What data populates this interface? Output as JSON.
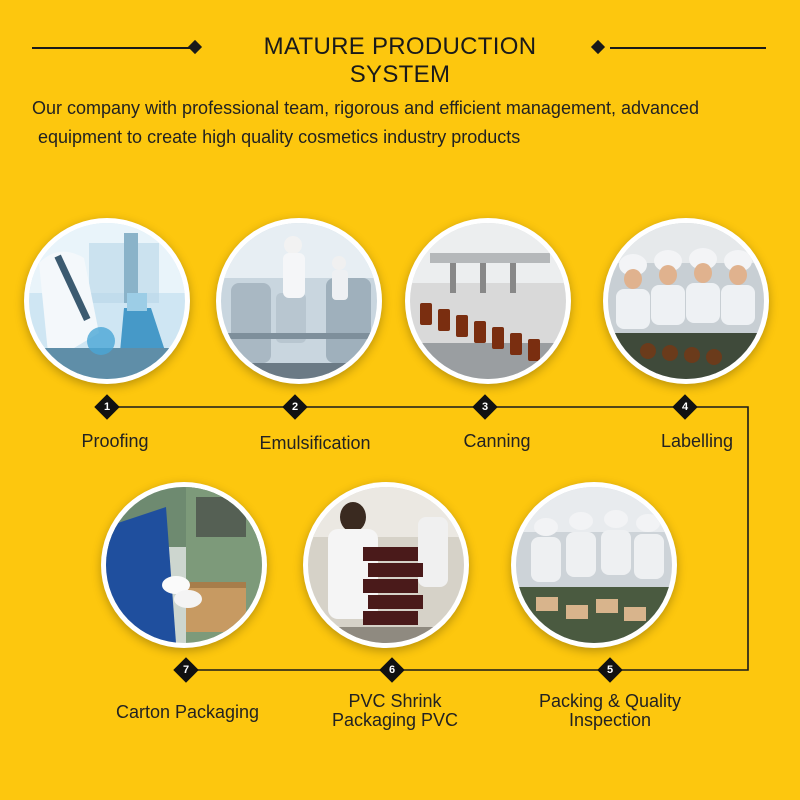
{
  "header": {
    "title": "MATURE PRODUCTION SYSTEM",
    "intro_line1": "Our company with professional team, rigorous and efficient management, advanced",
    "intro_line2": "equipment to create high quality cosmetics industry products"
  },
  "steps": [
    {
      "number": "1",
      "label": "Proofing",
      "image": "laboratory-photo"
    },
    {
      "number": "2",
      "label": "Emulsification",
      "image": "emulsification-tanks-photo"
    },
    {
      "number": "3",
      "label": "Canning",
      "image": "bottle-filling-machine-photo"
    },
    {
      "number": "4",
      "label": "Labelling",
      "image": "labelling-workers-photo"
    },
    {
      "number": "5",
      "label_line1": "Packing & Quality",
      "label_line2": "Inspection",
      "image": "packing-inspection-photo"
    },
    {
      "number": "6",
      "label_line1": "PVC Shrink",
      "label_line2": "Packaging  PVC",
      "image": "pvc-shrink-packaging-photo"
    },
    {
      "number": "7",
      "label": "Carton Packaging",
      "image": "carton-packaging-photo"
    }
  ],
  "colors": {
    "background": "#FDC70E",
    "line": "#1a1a1a",
    "badge": "#111111",
    "text": "#222222"
  }
}
